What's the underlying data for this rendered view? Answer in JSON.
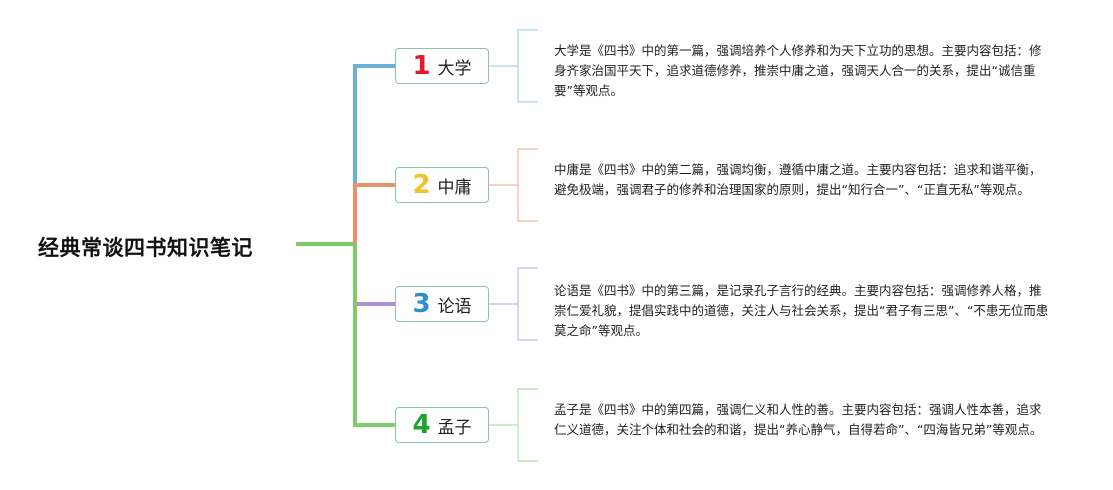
{
  "root": {
    "title": "经典常谈四书知识笔记"
  },
  "books": [
    {
      "num": "1",
      "name": "大学",
      "color": "#6ab0d8",
      "num_color": "#e01b2f",
      "desc": "大学是《四书》中的第一篇，强调培养个人修养和为天下立功的思想。主要内容包括：修身齐家治国平天下，追求道德修养，推崇中庸之道，强调天人合一的关系，提出“诚信重要”等观点。"
    },
    {
      "num": "2",
      "name": "中庸",
      "color": "#e8926a",
      "num_color": "#f2c12e",
      "desc": "中庸是《四书》中的第二篇，强调均衡，遵循中庸之道。主要内容包括：追求和谐平衡，避免极端，强调君子的修养和治理国家的原则，提出“知行合一”、“正直无私”等观点。"
    },
    {
      "num": "3",
      "name": "论语",
      "color": "#a98fd9",
      "num_color": "#2b8fd6",
      "desc": "论语是《四书》中的第三篇，是记录孔子言行的经典。主要内容包括：强调修养人格，推崇仁爱礼貌，提倡实践中的道德，关注人与社会关系，提出“君子有三思”、“不患无位而患莫之命”等观点。"
    },
    {
      "num": "4",
      "name": "孟子",
      "color": "#7ccd6a",
      "num_color": "#1fa12c",
      "desc": "孟子是《四书》中的第四篇，强调仁义和人性的善。主要内容包括：强调人性本善，追求仁义道德，关注个体和社会的和谐，提出“养心静气，自得若命”、“四海皆兄弟”等观点。"
    }
  ]
}
